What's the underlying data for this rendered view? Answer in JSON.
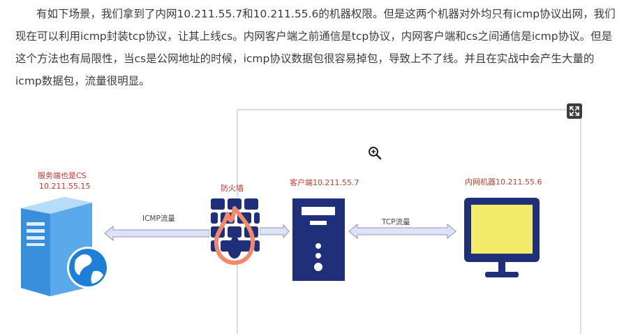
{
  "article": {
    "paragraph": "有如下场景，我们拿到了内网10.211.55.7和10.211.55.6的机器权限。但是这两个机器对外均只有icmp协议出网，我们现在可以利用icmp封装tcp协议，让其上线cs。内网客户端之前通信是tcp协议，内网客户端和cs之间通信是icmp协议。但是这个方法也有局限性，当cs是公网地址的时候，icmp协议数据包很容易掉包，导致上不了线。并且在实战中会产生大量的icmp数据包，流量很明显。"
  },
  "diagram": {
    "server": {
      "label_line1": "服务端也是CS",
      "label_line2": "10.211.55.15"
    },
    "firewall": {
      "label": "防火墙"
    },
    "client": {
      "label": "客户端10.211.55.7"
    },
    "intranet": {
      "label": "内网机器10.211.55.6"
    },
    "icmp_flow": "ICMP流量",
    "tcp_flow": "TCP流量"
  },
  "colors": {
    "label_red": "#c0392b",
    "server_blue": "#3a8fdc",
    "navy": "#1f2f7a",
    "screen_yellow": "#f3ec6a",
    "arrow_fill": "#dde3f5",
    "arrow_stroke": "#8a93c9",
    "flame_orange": "#f08a6a"
  },
  "icons": [
    "expand-icon",
    "zoom-in-icon",
    "server-icon",
    "globe-icon",
    "firewall-icon",
    "flame-icon",
    "client-tower-icon",
    "monitor-icon"
  ]
}
